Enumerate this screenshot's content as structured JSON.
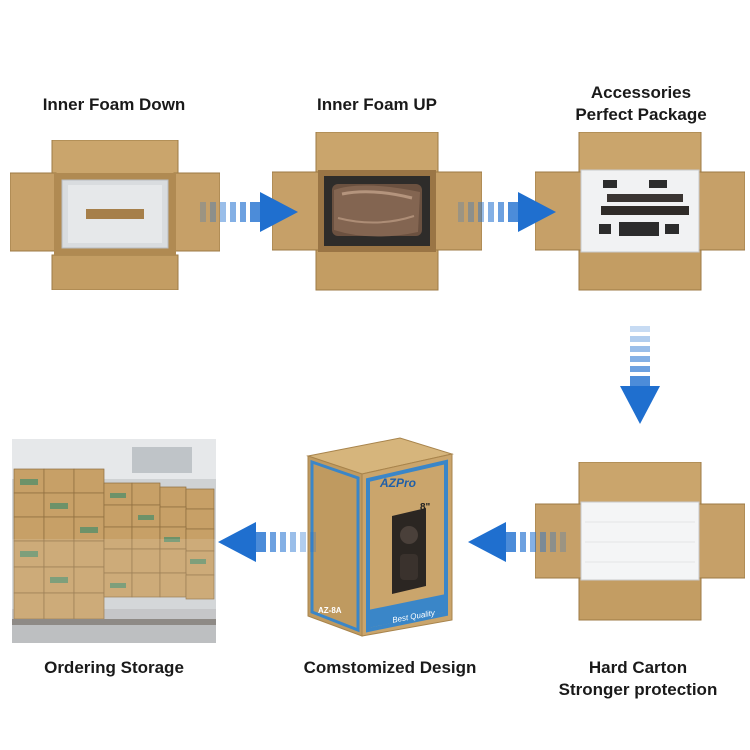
{
  "steps": [
    {
      "id": "inner-foam-down",
      "lines": [
        "Inner Foam Down"
      ]
    },
    {
      "id": "inner-foam-up",
      "lines": [
        "Inner Foam UP"
      ]
    },
    {
      "id": "accessories",
      "lines": [
        "Accessories",
        "Perfect Package"
      ]
    },
    {
      "id": "hard-carton",
      "lines": [
        "Hard Carton",
        "Stronger protection"
      ]
    },
    {
      "id": "customized-design",
      "lines": [
        "Comstomized Design"
      ]
    },
    {
      "id": "ordering-storage",
      "lines": [
        "Ordering Storage"
      ]
    }
  ],
  "box_print": {
    "brand": "AZPro",
    "size": "8\"",
    "model": "AZ-8A",
    "slogan": "Best Quality"
  },
  "colors": {
    "cardboard": "#c9a46a",
    "cardboard_dark": "#a8844c",
    "arrow_blue": "#1f6fcf",
    "box_blue": "#3a86c8"
  }
}
